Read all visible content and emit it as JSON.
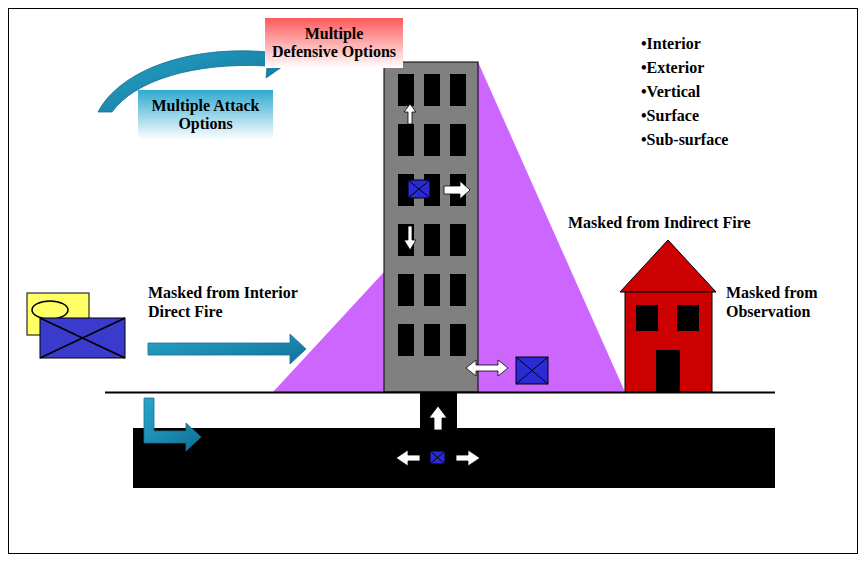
{
  "diagram": {
    "nodes": [
      {
        "text": [
          "Multiple Defensive Options"
        ]
      },
      {
        "text": [
          "Multiple Attack Options"
        ]
      }
    ],
    "labels": [
      "•Interior",
      "•Exterior",
      "•Vertical",
      "•Surface",
      "•Sub-surface",
      "Masked from Indirect Fire",
      "Masked from Interior Direct Fire",
      "Masked from Observation"
    ]
  }
}
